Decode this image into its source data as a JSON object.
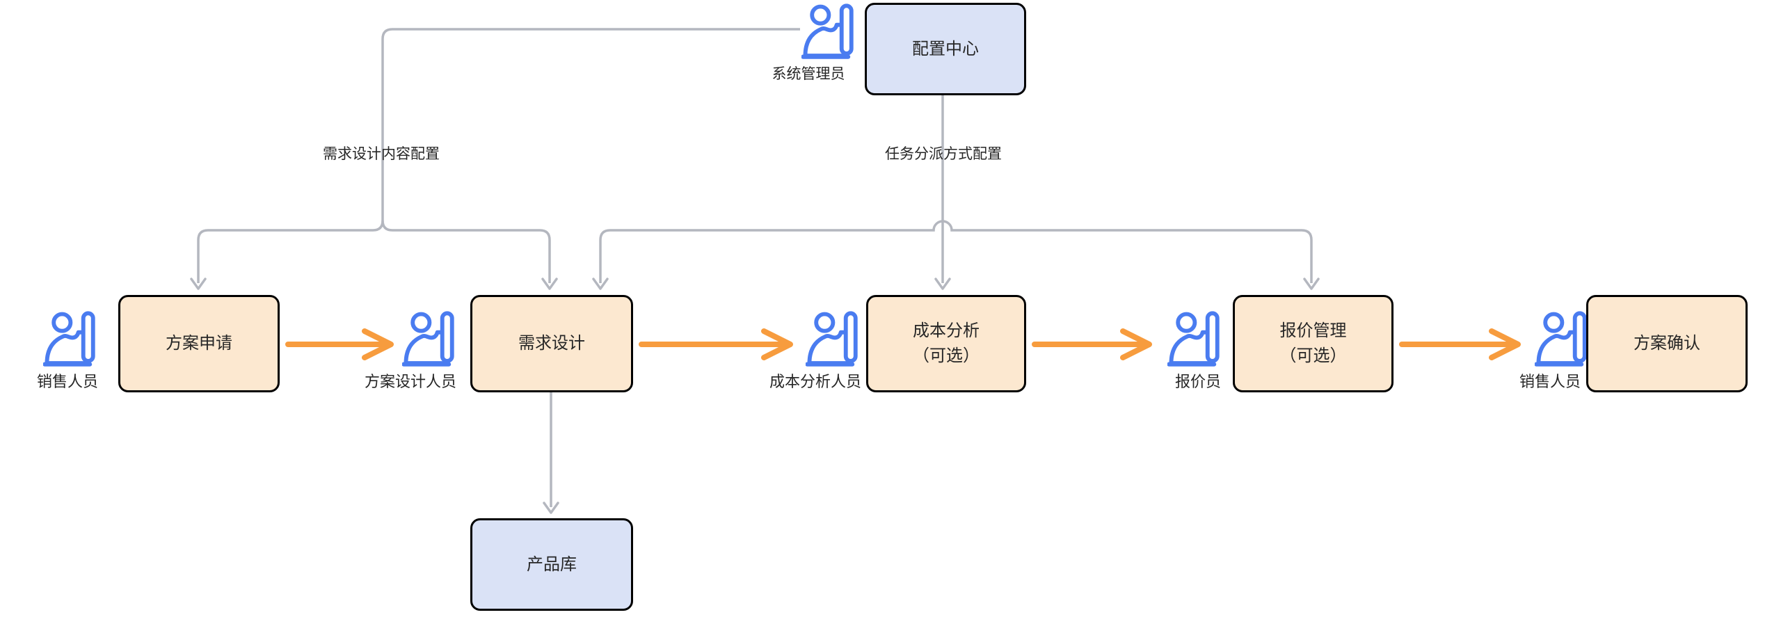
{
  "diagram": {
    "nodes": {
      "config_center": {
        "label": "配置中心"
      },
      "plan_request": {
        "label": "方案申请"
      },
      "requirement_design": {
        "label": "需求设计"
      },
      "cost_analysis": {
        "label": "成本分析\n（可选）"
      },
      "quote_management": {
        "label": "报价管理\n（可选）"
      },
      "plan_confirm": {
        "label": "方案确认"
      },
      "product_library": {
        "label": "产品库"
      }
    },
    "actors": {
      "system_admin": {
        "label": "系统管理员"
      },
      "sales_1": {
        "label": "销售人员"
      },
      "plan_designer": {
        "label": "方案设计人员"
      },
      "cost_analyst": {
        "label": "成本分析人员"
      },
      "quoter": {
        "label": "报价员"
      },
      "sales_2": {
        "label": "销售人员"
      }
    },
    "edge_labels": {
      "design_content_config": {
        "label": "需求设计内容配置"
      },
      "task_dispatch_config": {
        "label": "任务分派方式配置"
      }
    },
    "colors": {
      "node_fill_primary": "#fce8d0",
      "node_fill_secondary": "#dae2f6",
      "node_border": "#000000",
      "actor_blue": "#4a7cf0",
      "flow_orange": "#f79c3e",
      "connector_gray": "#b4b7bf",
      "text": "#262626",
      "background": "#ffffff"
    }
  }
}
